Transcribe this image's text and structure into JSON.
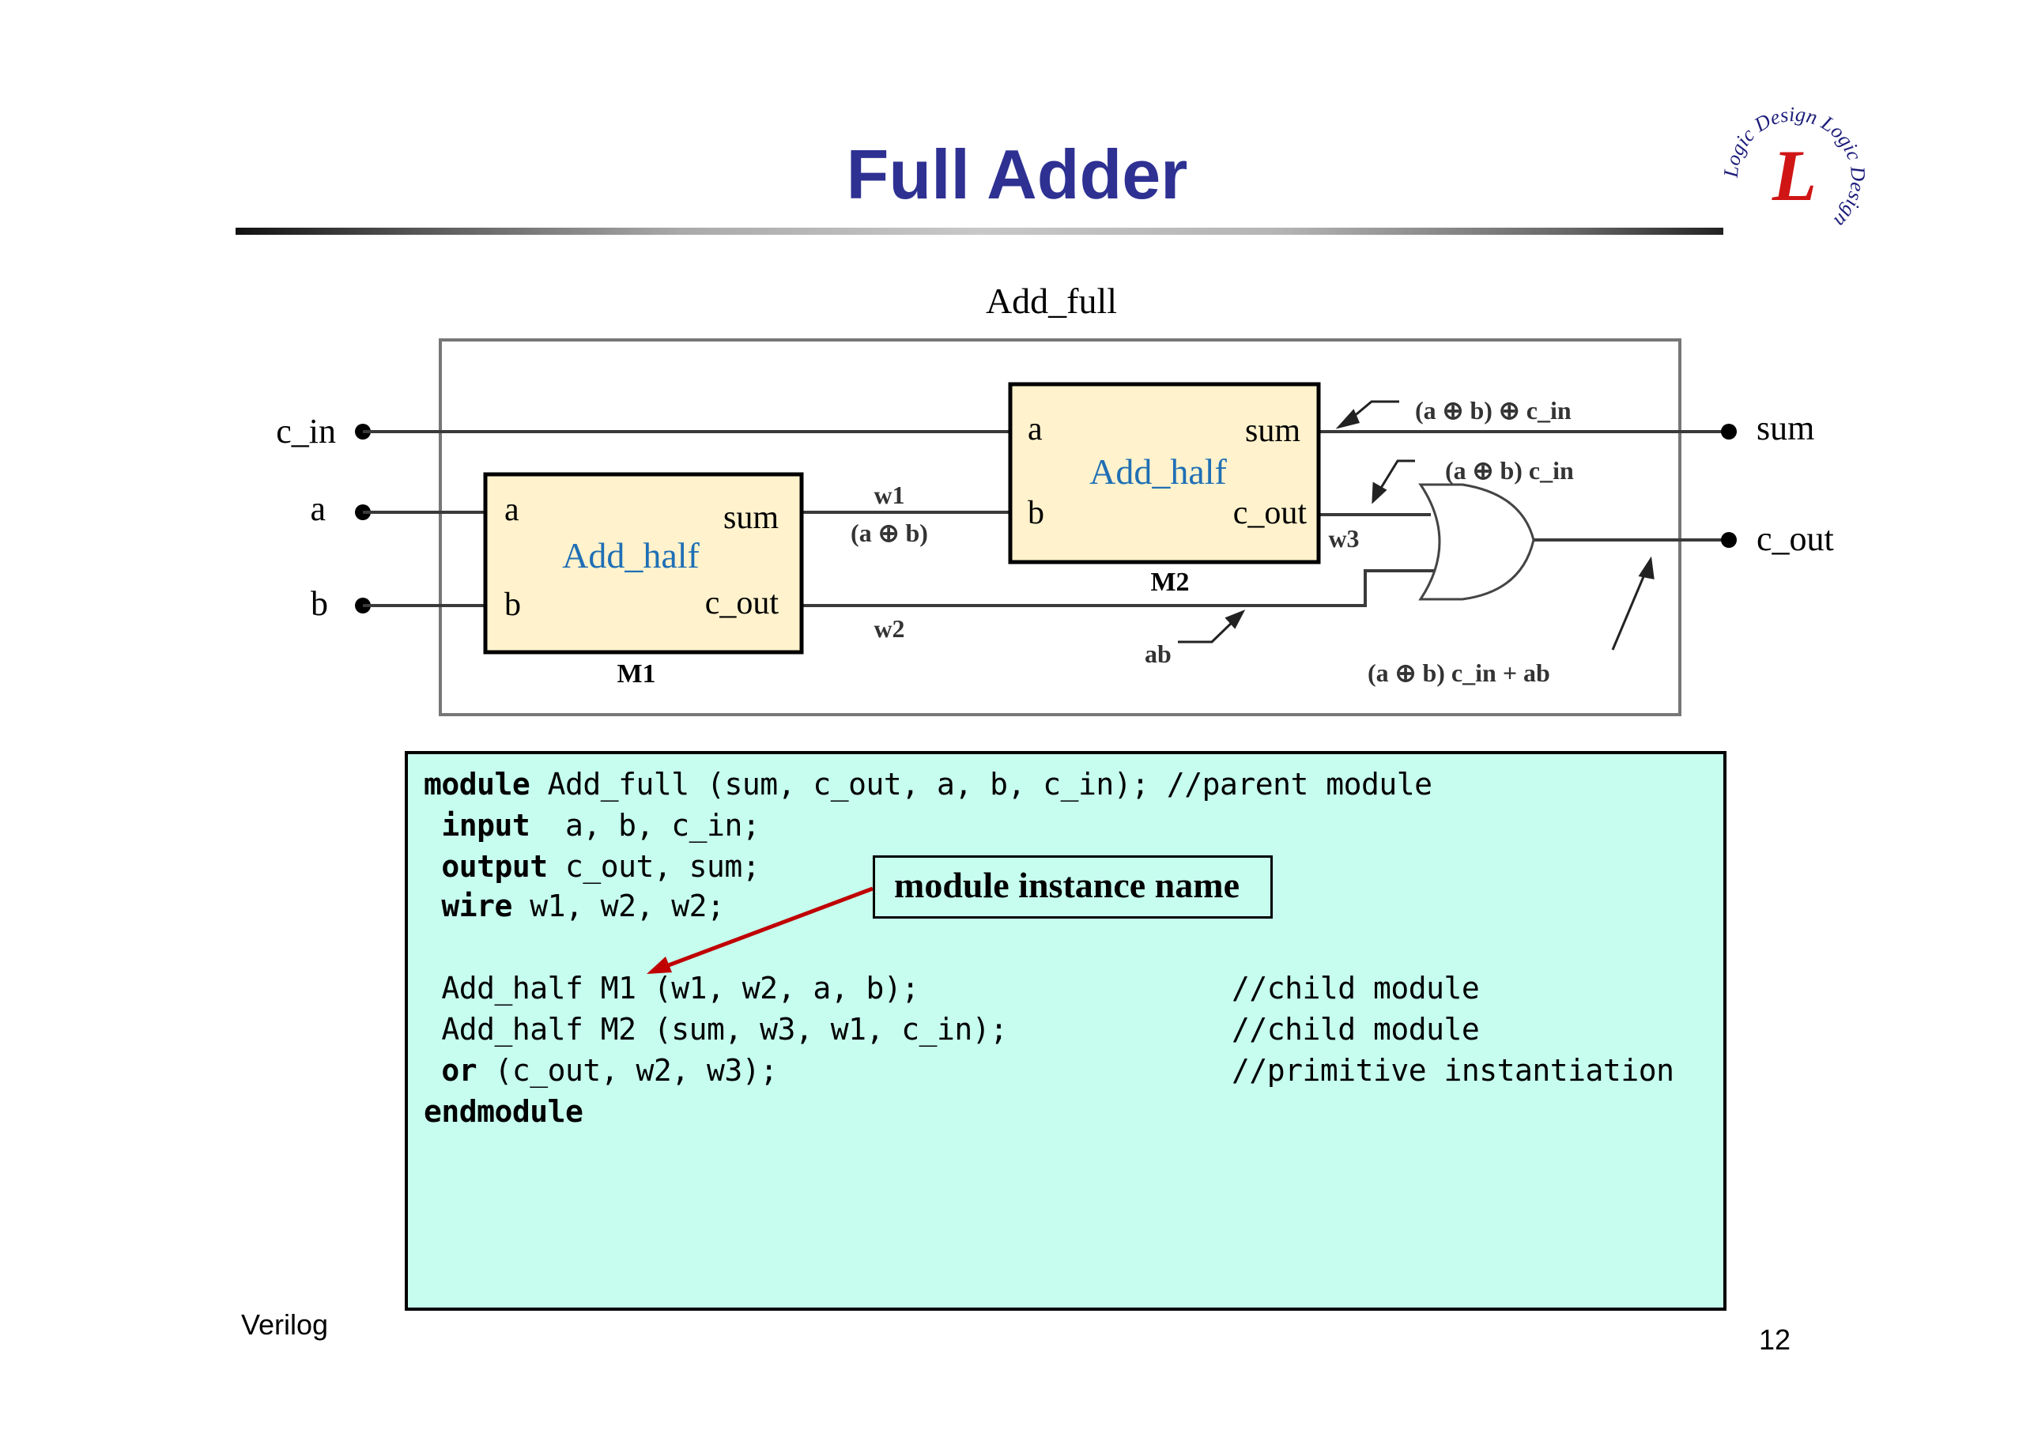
{
  "slide": {
    "title": "Full Adder",
    "footer_left": "Verilog",
    "page_number": "12",
    "colors": {
      "title": "#2e3192",
      "module_fill": "#fff2cc",
      "module_label": "#1f6fb5",
      "code_bg": "#c6fdee",
      "callout_arrow": "#c00000"
    }
  },
  "logo": {
    "letter": "L",
    "ring_text": "Logic Design"
  },
  "diagram": {
    "title": "Add_full",
    "inputs": [
      "c_in",
      "a",
      "b"
    ],
    "outputs": [
      "sum",
      "c_out"
    ],
    "modules": [
      {
        "instance": "M1",
        "name": "Add_half",
        "ports_in": [
          "a",
          "b"
        ],
        "ports_out": [
          "sum",
          "c_out"
        ]
      },
      {
        "instance": "M2",
        "name": "Add_half",
        "ports_in": [
          "a",
          "b"
        ],
        "ports_out": [
          "sum",
          "c_out"
        ]
      }
    ],
    "wires": {
      "w1": "w1",
      "w1_expr": "(a ⊕ b)",
      "w2": "w2",
      "w3": "w3"
    },
    "annotations": {
      "sum_expr": "(a ⊕  b) ⊕  c_in",
      "m2_cout_expr": "(a ⊕  b) c_in",
      "ab": "ab",
      "cout_expr": "(a ⊕  b) c_in + ab"
    }
  },
  "code": {
    "lines": [
      {
        "kw": "module",
        "rest": " Add_full (sum, c_out, a, b, c_in); //parent module"
      },
      {
        "kw": " input",
        "rest": "  a, b, c_in;"
      },
      {
        "kw": " output",
        "rest": " c_out, sum;"
      },
      {
        "kw": " wire",
        "rest": " w1, w2, w2;"
      },
      {
        "kw": "",
        "rest": ""
      },
      {
        "kw": "",
        "rest": " Add_half M1 (w1, w2, a, b);"
      },
      {
        "kw": "",
        "rest": " Add_half M2 (sum, w3, w1, c_in);"
      },
      {
        "kw": " or",
        "rest": " (c_out, w2, w3);"
      },
      {
        "kw": "endmodule",
        "rest": ""
      }
    ],
    "comments": [
      "//child module",
      "//child module",
      "//primitive instantiation"
    ],
    "callout": "module instance name"
  }
}
